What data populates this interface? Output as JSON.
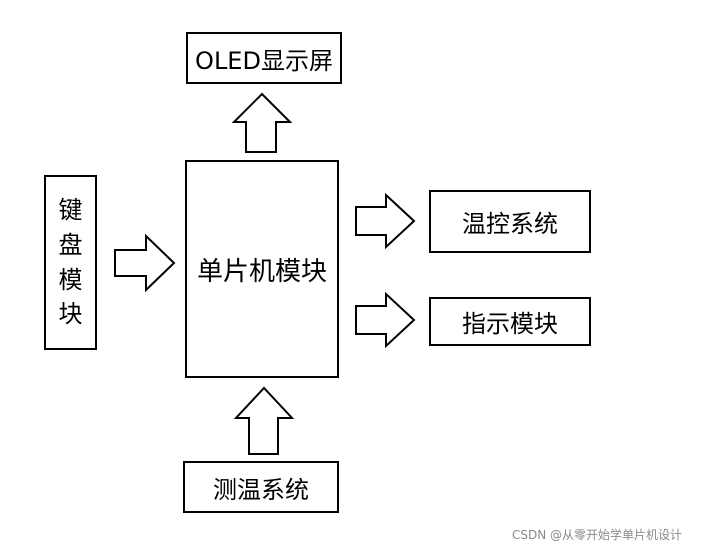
{
  "blocks": {
    "oled": "OLED显示屏",
    "keyboard": [
      "键",
      "盘",
      "模",
      "块"
    ],
    "mcu": "单片机模块",
    "temp_control": "温控系统",
    "indicator": "指示模块",
    "temp_measure": "测温系统"
  },
  "watermark": "CSDN @从零开始学单片机设计"
}
